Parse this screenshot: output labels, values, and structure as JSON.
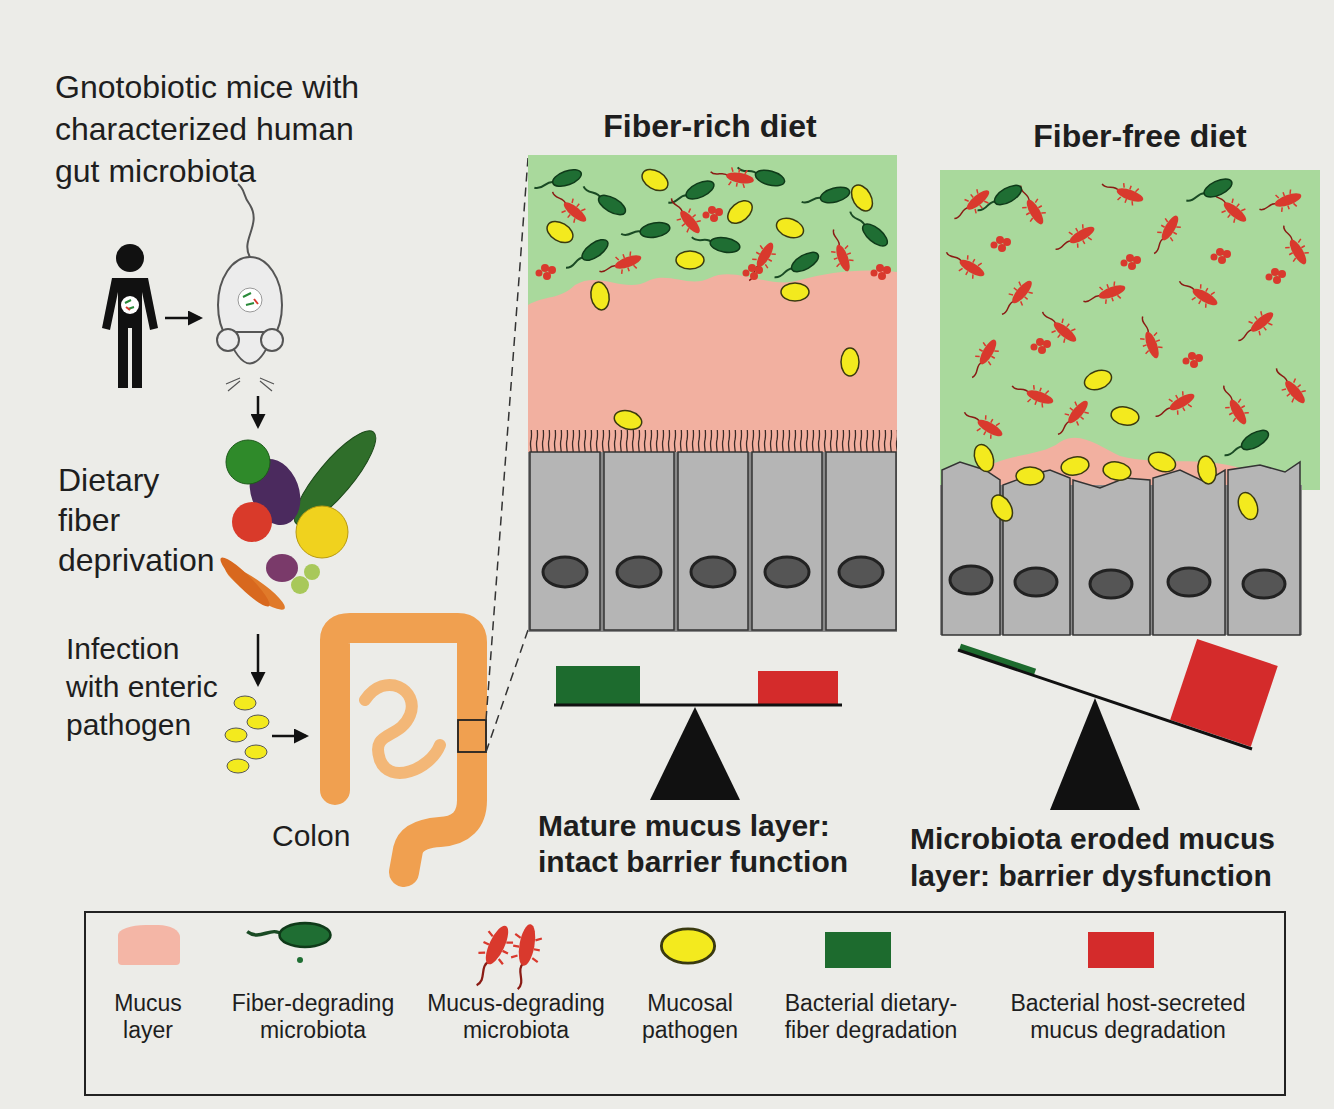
{
  "diagram": {
    "labels": [
      "Gnotobiotic mice with characterized human gut microbiota",
      "Dietary fiber deprivation",
      "Infection with enteric pathogen",
      "Colon",
      "Fiber-rich diet",
      "Fiber-free diet",
      "Mature mucus layer: intact barrier function",
      "Microbiota eroded mucus layer: barrier dysfunction"
    ],
    "legend": [
      {
        "text": "Mucus layer",
        "color": "#f4b6a6"
      },
      {
        "text": "Fiber-degrading microbiota"
      },
      {
        "text": "Mucus-degrading microbiota"
      },
      {
        "text": "Mucosal pathogen"
      },
      {
        "text": "Bacterial dietary-fiber degradation",
        "color": "#1d6b2e"
      },
      {
        "text": "Bacterial host-secreted mucus degradation",
        "color": "#d42b2b"
      }
    ]
  }
}
